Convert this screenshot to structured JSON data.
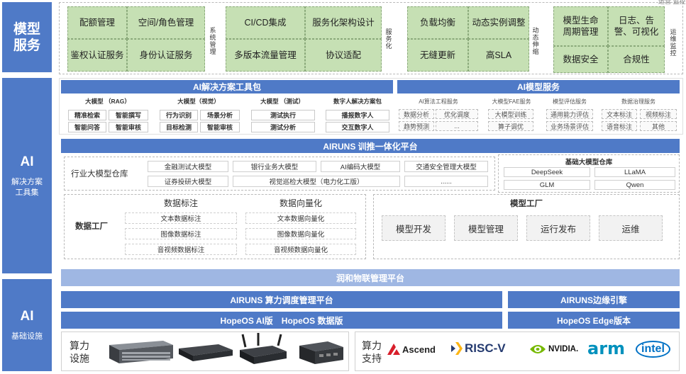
{
  "left_sidebar": {
    "model_service": [
      "模型",
      "服务"
    ],
    "ai_solution": {
      "big": "AI",
      "small1": "解决方案",
      "small2": "工具集"
    },
    "ai_infra": {
      "big": "AI",
      "small": "基础设施"
    }
  },
  "top_right_cutoff": "运营 监控",
  "model_service_groups": {
    "system_mgmt": {
      "cells": [
        "配额管理",
        "空间/角色管理",
        "鉴权认证服务",
        "身份认证服务"
      ],
      "label": "系统管理"
    },
    "serviceization": {
      "cells": [
        "CI/CD集成",
        "服务化架构设计",
        "多版本流量管理",
        "协议适配"
      ],
      "label": "服务化"
    },
    "elastic": {
      "cells": [
        "负载均衡",
        "动态实例调整",
        "无缝更新",
        "高SLA"
      ],
      "label": "动态伸缩"
    },
    "ops_monitor": {
      "cells": [
        "模型生命周期管理",
        "日志、告警、可视化",
        "数据安全",
        "合规性"
      ],
      "label": "运维监控"
    }
  },
  "ai_toolkit": {
    "title": "AI解决方案工具包",
    "groups": [
      {
        "title": "大模型 （RAG）",
        "items": [
          "精准检索",
          "智能撰写",
          "智能问答",
          "智能审核"
        ]
      },
      {
        "title": "大模型（视觉）",
        "items": [
          "行为识别",
          "场景分析",
          "目标检测",
          "智能审核"
        ]
      },
      {
        "title": "大模型 （测试）",
        "items": [
          "测试执行",
          "测试分析"
        ]
      },
      {
        "title": "数字人解决方案包",
        "items": [
          "播报数字人",
          "交互数字人"
        ]
      }
    ]
  },
  "ai_model_service": {
    "title": "AI模型服务",
    "groups": [
      {
        "title": "AI算法工程服务",
        "items": [
          "数据分析",
          "优化调度",
          "趋势预测",
          "..."
        ]
      },
      {
        "title": "大模型FAE服务",
        "items": [
          "大模型训练",
          "算子调优"
        ]
      },
      {
        "title": "模型评估服务",
        "items": [
          "通用能力评估",
          "业务场景评估"
        ]
      },
      {
        "title": "数据治理服务",
        "items": [
          "文本标注",
          "视频标注",
          "语音标注",
          "其他"
        ]
      }
    ]
  },
  "airuns_platform": {
    "title": "AIRUNS 训推一体化平台",
    "industry_repo": {
      "label": "行业大模型仓库",
      "items": [
        "金融测试大模型",
        "银行业务大模型",
        "AI编码大模型",
        "交通安全管理大模型",
        "证券投研大模型",
        "视觉巡检大模型（电力化工版）",
        "......"
      ]
    },
    "base_repo": {
      "label": "基础大模型仓库",
      "items": [
        "DeepSeek",
        "LLaMA",
        "GLM",
        "Qwen"
      ]
    },
    "data_factory": {
      "label": "数据工厂",
      "annotation_title": "数据标注",
      "vectorize_title": "数据向量化",
      "annotation": [
        "文本数据标注",
        "图像数据标注",
        "音视频数据标注"
      ],
      "vectorize": [
        "文本数据向量化",
        "图像数据向量化",
        "音视频数据向量化"
      ]
    },
    "model_factory": {
      "label": "模型工厂",
      "items": [
        "模型开发",
        "模型管理",
        "运行发布",
        "运维"
      ]
    }
  },
  "iot_platform": "润和物联管理平台",
  "compute_scheduler": "AIRUNS 算力调度管理平台",
  "edge_engine": "AIRUNS边缘引擎",
  "hopeos_ai": "HopeOS AI版　HopeOS 数据版",
  "hopeos_edge": "HopeOS Edge版本",
  "compute_devices": {
    "label": [
      "算力",
      "设施"
    ]
  },
  "compute_support": {
    "label": [
      "算力",
      "支持"
    ],
    "logos": [
      "Ascend",
      "RISC-V",
      "NVIDIA.",
      "arm",
      "intel"
    ]
  },
  "colors": {
    "primary_blue": "#4f7ac7",
    "light_blue": "#9fb7e3",
    "green_cell": "#c6e0b4"
  }
}
